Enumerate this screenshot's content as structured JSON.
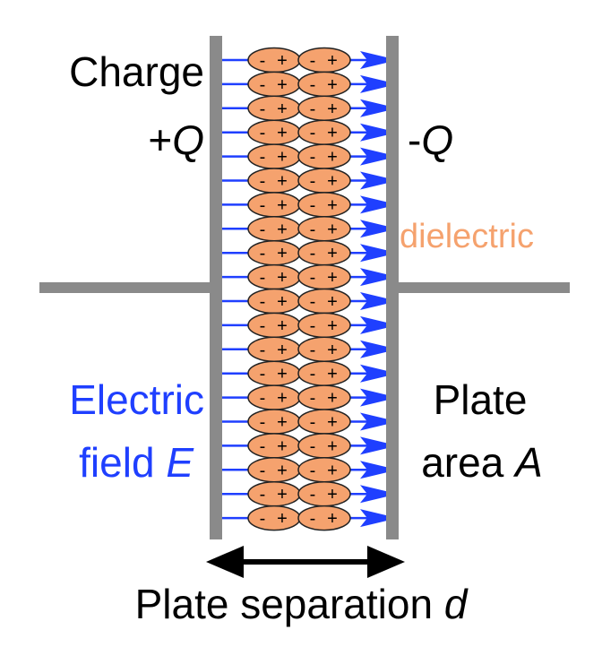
{
  "labels": {
    "charge_word": "Charge",
    "plus_sign": "+",
    "minus_sign": "-",
    "q_symbol": "Q",
    "dielectric": "dielectric",
    "electric": "Electric",
    "field_word": "field ",
    "e_symbol": "E",
    "plate_word": "Plate",
    "area_word": "area ",
    "a_symbol": "A",
    "separation_text": "Plate separation ",
    "d_symbol": "d"
  },
  "molecule": {
    "minus": "-",
    "plus": "+"
  },
  "colors": {
    "plate": "#8a8a8a",
    "field": "#1f3fff",
    "dielectric_fill": "#f5a26e",
    "dielectric_text": "#f5a26e",
    "text": "#000000"
  }
}
